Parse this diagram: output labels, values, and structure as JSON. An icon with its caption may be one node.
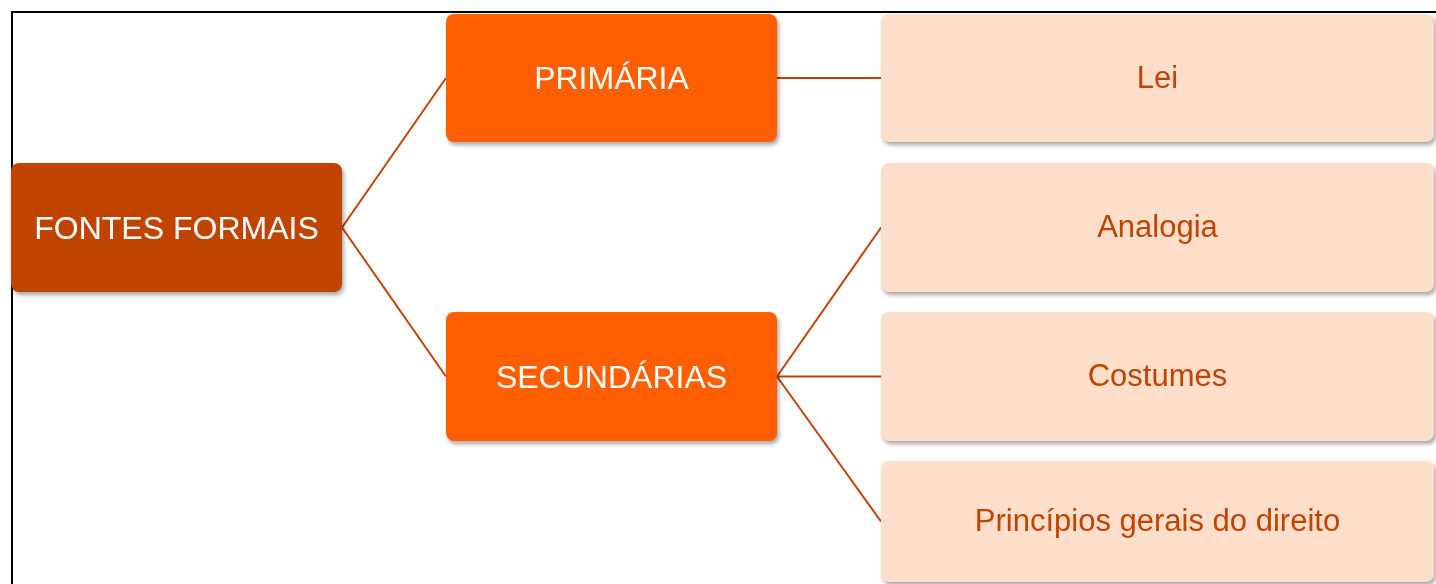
{
  "diagram": {
    "nodes": [
      {
        "text": [
          "FONTES FORMAIS"
        ]
      },
      {
        "text": [
          "PRIMÁRIA"
        ]
      },
      {
        "text": [
          "SECUNDÁRIAS"
        ]
      },
      {
        "text": [
          "Lei"
        ]
      },
      {
        "text": [
          "Analogia"
        ]
      },
      {
        "text": [
          "Costumes"
        ]
      },
      {
        "text": [
          "Princípios gerais do direito"
        ]
      }
    ],
    "edges": [
      {
        "from": 0,
        "to": 1,
        "arrow": "none"
      },
      {
        "from": 0,
        "to": 2,
        "arrow": "none"
      },
      {
        "from": 1,
        "to": 3,
        "arrow": "none"
      },
      {
        "from": 2,
        "to": 4,
        "arrow": "none"
      },
      {
        "from": 2,
        "to": 5,
        "arrow": "none"
      },
      {
        "from": 2,
        "to": 6,
        "arrow": "none"
      }
    ]
  }
}
